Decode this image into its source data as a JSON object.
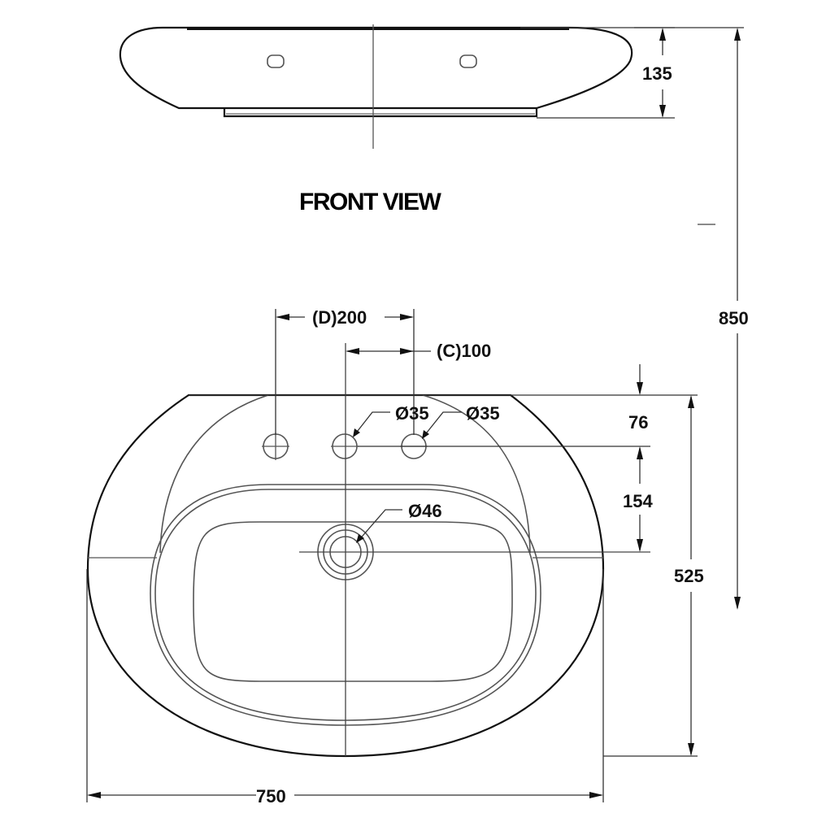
{
  "drawing": {
    "title": "FRONT VIEW",
    "front_view": {
      "height_label": "135"
    },
    "overall_height_label": "850",
    "top_view": {
      "hole_spacing_d_label": "(D)200",
      "hole_spacing_c_label": "(C)100",
      "tap_hole_left_label": "Ø35",
      "tap_hole_right_label": "Ø35",
      "drain_label": "Ø46",
      "edge_to_holes_label": "76",
      "holes_to_drain_label": "154",
      "depth_label": "525",
      "width_label": "750"
    }
  }
}
